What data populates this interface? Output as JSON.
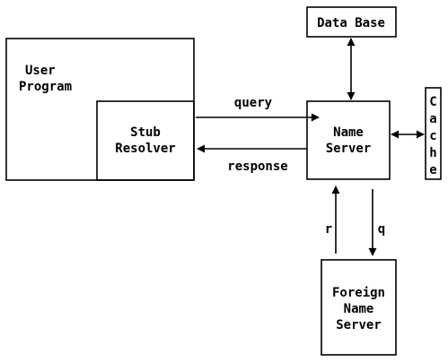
{
  "boxes": {
    "user_program": [
      "User",
      "Program"
    ],
    "stub_resolver": [
      "Stub",
      "Resolver"
    ],
    "name_server": [
      "Name",
      "Server"
    ],
    "database": [
      "Data Base"
    ],
    "cache": [
      "C",
      "a",
      "c",
      "h",
      "e"
    ],
    "foreign_name_server": [
      "Foreign",
      "Name",
      "Server"
    ]
  },
  "arrows": {
    "query": "query",
    "response": "response",
    "r": "r",
    "q": "q"
  }
}
